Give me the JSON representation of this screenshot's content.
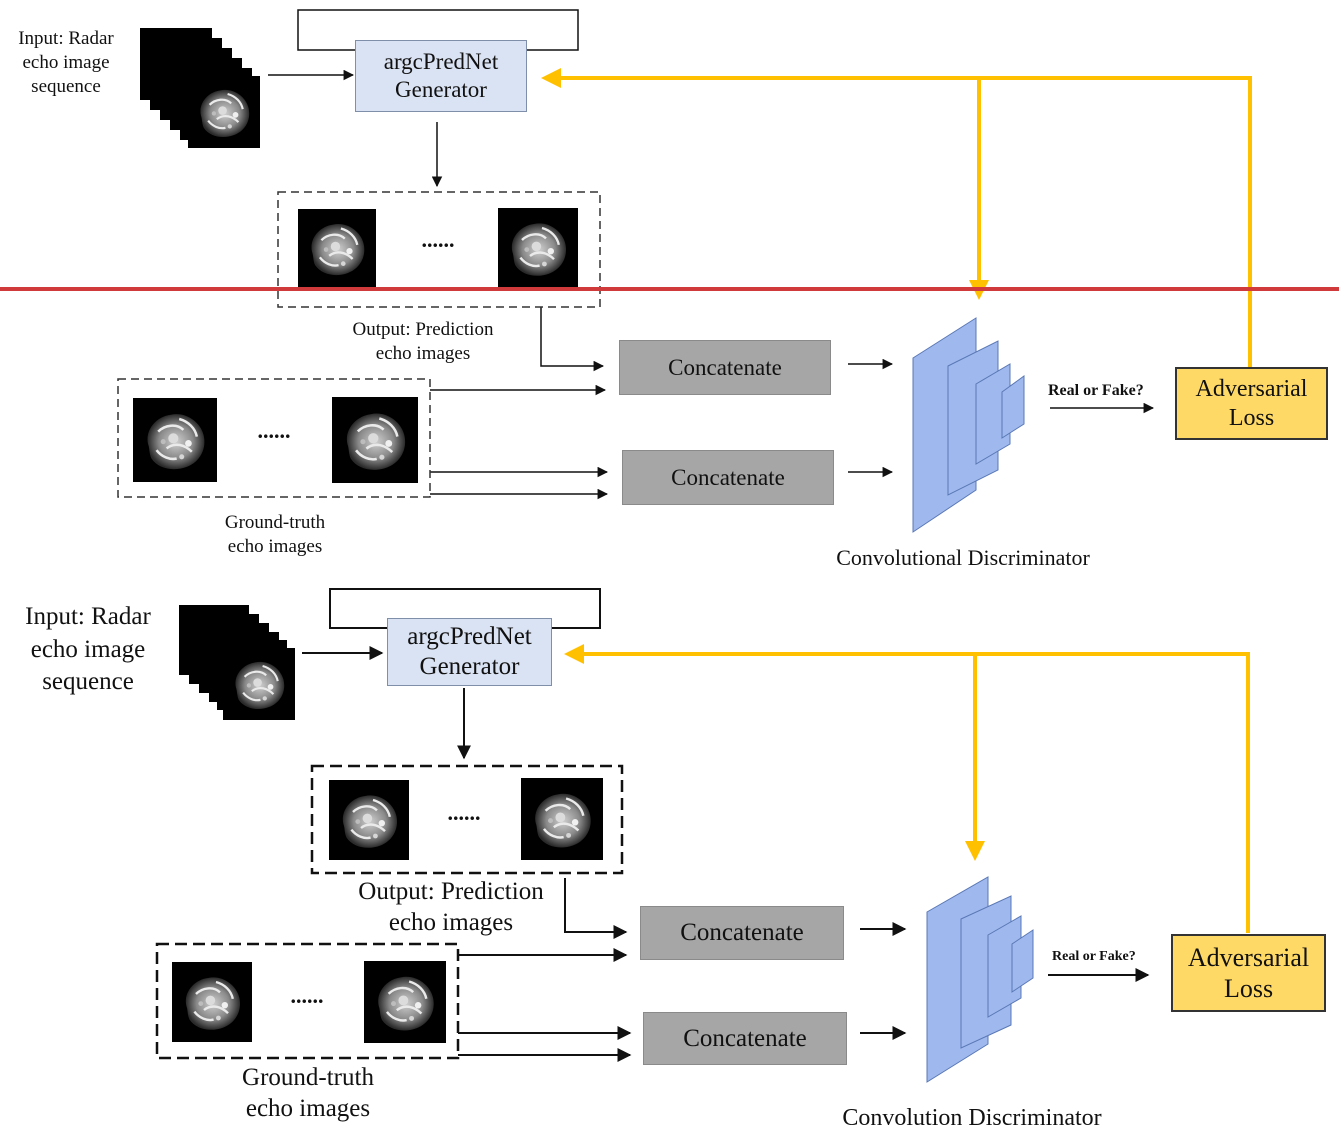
{
  "colors": {
    "feedback_arrow": "#ffc000",
    "generator_fill": "#dae3f3",
    "concatenate_fill": "#a6a6a6",
    "loss_fill": "#ffd966",
    "discriminator_fill": "#9fb9ef",
    "separator_line": "#d03a3a"
  },
  "icons": {
    "radar_frame": "radar-echo-frame-icon",
    "discriminator": "stacked-conv-layers-icon"
  },
  "top_diagram": {
    "input_label": [
      "Input: Radar",
      "echo image",
      "sequence"
    ],
    "generator_label": [
      "argcPredNet",
      "Generator"
    ],
    "ellipsis": "......",
    "output_label": [
      "Output: Prediction",
      "echo images"
    ],
    "ground_truth_label": [
      "Ground-truth",
      "echo images"
    ],
    "concat_label_1": "Concatenate",
    "concat_label_2": "Concatenate",
    "real_or_fake": "Real or Fake?",
    "loss_label": [
      "Adversarial",
      "Loss"
    ],
    "discriminator_label": "Convolutional Discriminator"
  },
  "bottom_diagram": {
    "input_label": [
      "Input: Radar",
      "echo image",
      "sequence"
    ],
    "generator_label": [
      "argcPredNet",
      "Generator"
    ],
    "ellipsis": "......",
    "output_label": [
      "Output: Prediction",
      "echo images"
    ],
    "ground_truth_label": [
      "Ground-truth",
      "echo images"
    ],
    "concat_label_1": "Concatenate",
    "concat_label_2": "Concatenate",
    "real_or_fake": "Real or Fake?",
    "loss_label": [
      "Adversarial",
      "Loss"
    ],
    "discriminator_label": "Convolution Discriminator"
  }
}
